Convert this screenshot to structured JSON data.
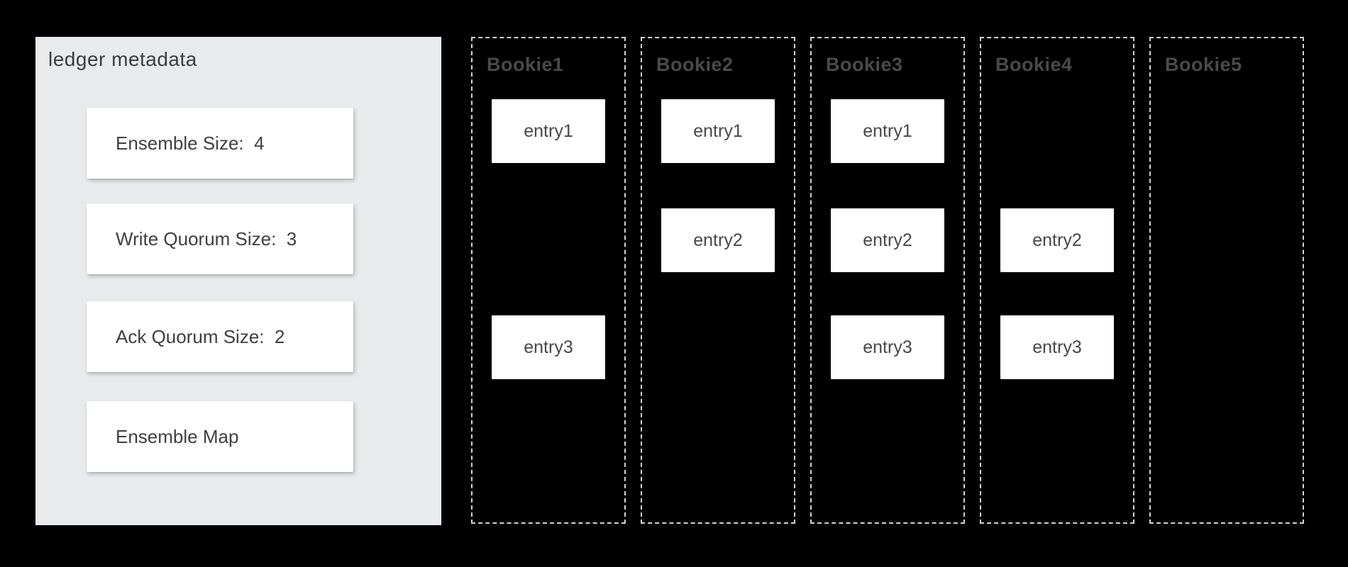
{
  "colors": {
    "background": "#000000",
    "panel_bg": "#e8eaec",
    "panel_title_text": "#3c3c3c",
    "card_bg": "#ffffff",
    "card_text": "#3f3f3f",
    "bookie_border": "#d2d2d2",
    "bookie_label_text": "#4a4a4a",
    "entry_bg": "#ffffff",
    "entry_text": "#484848"
  },
  "panel": {
    "title": "ledger metadata",
    "cards": [
      {
        "label": "Ensemble Size:  4"
      },
      {
        "label": "Write Quorum Size:  3"
      },
      {
        "label": "Ack Quorum Size:  2"
      },
      {
        "label": "Ensemble Map"
      }
    ]
  },
  "bookies": [
    {
      "label": "Bookie1",
      "entries": [
        "entry1",
        null,
        "entry3"
      ]
    },
    {
      "label": "Bookie2",
      "entries": [
        "entry1",
        "entry2",
        null
      ]
    },
    {
      "label": "Bookie3",
      "entries": [
        "entry1",
        "entry2",
        "entry3"
      ]
    },
    {
      "label": "Bookie4",
      "entries": [
        null,
        "entry2",
        "entry3"
      ]
    },
    {
      "label": "Bookie5",
      "entries": [
        null,
        null,
        null
      ]
    }
  ]
}
